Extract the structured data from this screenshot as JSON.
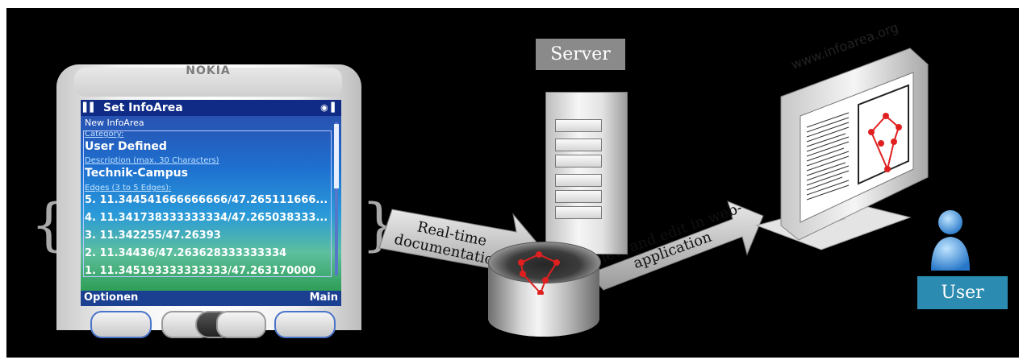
{
  "phone": {
    "brand": "NOKIA",
    "title": "Set InfoArea",
    "subtitle": "New InfoArea",
    "category_label": "Category:",
    "category_value": "User Defined",
    "description_label": "Description (max. 30 Characters)",
    "description_value": "Technik-Campus",
    "edges_label": "Edges (3 to 5 Edges):",
    "edges": [
      "5. 11.344541666666666/47.265111666...",
      "4. 11.341738333333334/47.265038333...",
      "3. 11.342255/47.26393",
      "2. 11.34436/47.263628333333334",
      "1. 11.345193333333333/47.263170000"
    ],
    "softkey_left": "Optionen",
    "softkey_right": "Main"
  },
  "arrows": {
    "left_label": "Real-time documentation",
    "right_label": "View and edit in web-application"
  },
  "server": {
    "label": "Server"
  },
  "monitor": {
    "url": "www.infoarea.org"
  },
  "user": {
    "label": "User"
  },
  "colors": {
    "background": "#000000",
    "server_tag": "#8a8a8a",
    "user_tag": "#2b8bb0",
    "polygon": "#e02020",
    "phone_screen": "#1e6fcf"
  }
}
